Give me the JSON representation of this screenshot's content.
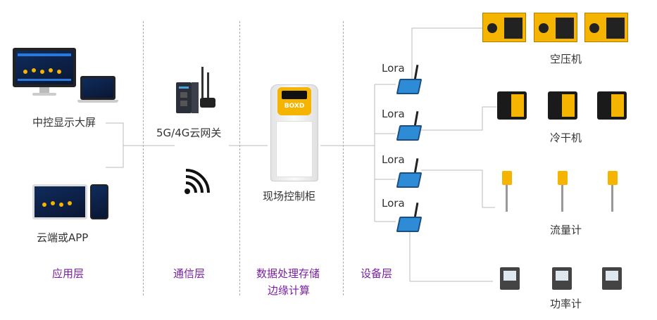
{
  "left": {
    "display_label": "中控显示大屏",
    "cloud_label": "云端或APP",
    "layer_label": "应用层"
  },
  "comm": {
    "gateway_label": "5G/4G云网关",
    "layer_label": "通信层"
  },
  "control": {
    "cabinet_label": "现场控制柜",
    "layer_label_line1": "数据处理存储",
    "layer_label_line2": "边缘计算",
    "brand": "BOXD"
  },
  "devices": {
    "layer_label": "设备层",
    "lora_label": "Lora",
    "groups": [
      {
        "label": "空压机"
      },
      {
        "label": "冷干机"
      },
      {
        "label": "流量计"
      },
      {
        "label": "功率计"
      }
    ]
  },
  "colors": {
    "layer_text": "#7b1fa2",
    "line": "#bbbbbb",
    "yellow": "#f4b400"
  }
}
